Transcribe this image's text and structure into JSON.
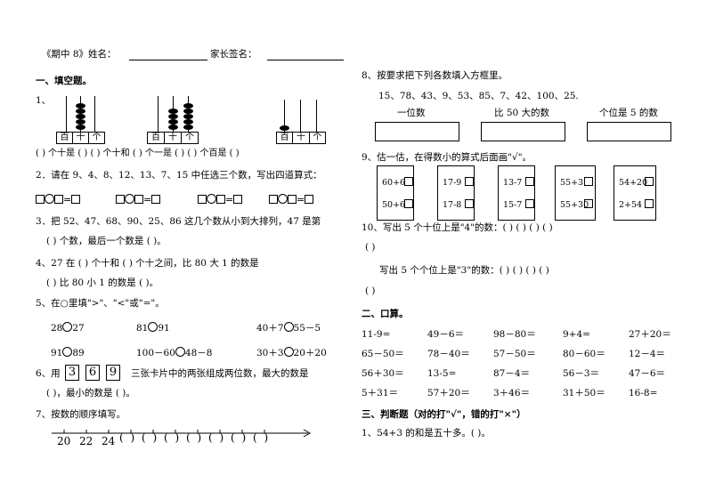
{
  "header": {
    "prefix": "《期中 8》姓名：",
    "parent_label": "家长签名："
  },
  "s1": {
    "title": "一、填空题。",
    "q1_label": "1、",
    "abacus_labels": [
      "百",
      "十",
      "个"
    ],
    "q1_text": "(    ) 个十是 (    ) (    ) 个十和 (    ) 个一是 (    ) (    ) 个百是 (    )",
    "q2": "2．请在 9、4、8、12、13、7、15 中任选三个数，写出四道算式：",
    "q2_eq": "=",
    "q3_l1": "3．把 52、47、68、90、25、86 这几个数从小到大排列，47 是第",
    "q3_l2": "(      ) 个数，最后一个数是 (        )。",
    "q4_l1": "4、27 在 (      ) 个十和 (      ) 个十之间，比 80 大 1 的数是",
    "q4_l2": "(      ) 比 80 小 1 的数是 (      )。",
    "q5": "5、在○里填\">\"、\"<\"或\"=\"。",
    "q5_items": [
      [
        "28",
        "27"
      ],
      [
        "81",
        "91"
      ],
      [
        "40＋7",
        "55－5"
      ],
      [
        "91",
        "89"
      ],
      [
        "100－60",
        "48－8"
      ],
      [
        "30＋3",
        "20＋20"
      ]
    ],
    "q6_pre": "6、用",
    "q6_cards": [
      "3",
      "6",
      "9"
    ],
    "q6_l1": "三张卡片中的两张组成两位数，最大的数是",
    "q6_l2": "(      )，最小的数是 (        )。",
    "q7": "7、按数的顺序填写。",
    "q7_numbers": [
      "20",
      "22",
      "24"
    ],
    "q7_blanks": "(  ) (  ) (  ) (  ) (  ) (  ) (  )"
  },
  "s8": {
    "title": "8、按要求把下列各数填入方框里。",
    "numbers": "15、78、43、9、53、85、7、42、100、25.",
    "boxes": [
      "一位数",
      "比 50 大的数",
      "个位是 5 的数"
    ]
  },
  "s9": {
    "title": "9、估一估，在得数小的算式后面画\"√\"。",
    "pairs": [
      [
        "60+6",
        "50+6"
      ],
      [
        "17-9",
        "17-8"
      ],
      [
        "13-7",
        "15-7"
      ],
      [
        "55+3",
        "55+30"
      ],
      [
        "54+20",
        "2+54"
      ]
    ]
  },
  "s10": {
    "l1": "10、写出 5 个十位上是\"4\"的数：(      ) (      ) (      ) (      )",
    "l2": "(      )",
    "l3": "写出 5 个个位上是\"3\"的数：(      ) (      ) (      ) (      )",
    "l4": "(      )"
  },
  "s2": {
    "title": "二、口算。",
    "rows": [
      [
        "11-9=",
        "49－6＝",
        "98－80＝",
        "9+4=",
        "27＋20＝"
      ],
      [
        "65－50＝",
        "78－40＝",
        "57－50＝",
        "80－60＝",
        "12－4＝"
      ],
      [
        "56＋30＝",
        "13-5=",
        "87－4＝",
        "56－3＝",
        "47－6＝"
      ],
      [
        "5＋31＝",
        "57＋20＝",
        "3＋46＝",
        "31＋50＝",
        "16-8="
      ]
    ]
  },
  "s3": {
    "title": "三、判断题（对的打\"√\"，错的打\"×\"）",
    "q1": "1、54+3 的和是五十多。(        )。"
  }
}
